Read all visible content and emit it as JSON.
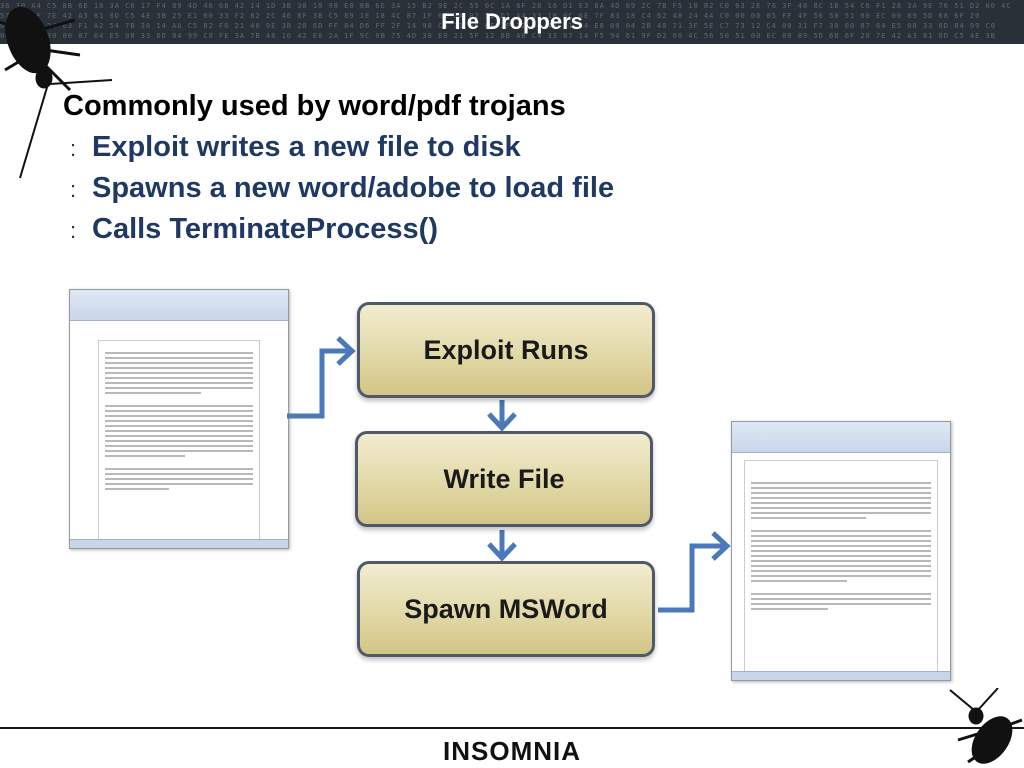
{
  "header": {
    "title": "File Droppers",
    "hex_rows": [
      "36 30 A4 C5 8B 6E 18 3A C6 17 F4 89 4D 46 68 42 14 1D 3B 30 10 98 E0 8B 6E 3A 15 B2 9E 2C 55 0C 1A 6F 28 16 D1 E3 8A 4D 09 2C 7B F5 10 B2 C0 63 2E 76 3F 40 8C 1B 54 C6 F1 28 3A 9E 76 51 D2 00 4C",
      "57 8F 1F 7E 42 A3 81 0D C5 4E 3B 25 E1 60 33 F2 82 2C 46 8F 3B C5 89 1E 18 4C 87 1F 6E 3A 02 52 D1 A4 33 1B 0C 6E 7F 83 18 C4 62 48 24 44 C0 00 00 85 FF 4F 56 50 51 00 EC 00 89 5D 68 6F 20",
      "00 80 10 24 63 F1 A2 54 7B 36 14 AA C5 82 F6 21 40 9E 3B 20 6D FF 84 D6 FF 2F 14 98 C6 31 A5 6F 2F 72 81 42 31 44 E8 00 04 2B 48 71 3F 5E C7 73 12 C4 00 31 F7 30 00 87 64 E5 08 33 6D 84 99 C0",
      "00 31 F7 30 00 87 64 E5 08 33 6D 84 99 C0 FE 3A 7B 48 10 42 E6 2A 1F 9C 0B 75 4D 38 E0 21 5F 12 8B A6 C4 33 07 14 F5 94 61 9F D2 00 4C 56 50 51 00 EC 00 89 5D 68 6F 20 7E 42 A3 81 0D C5 4E 3B"
    ]
  },
  "slide": {
    "heading": "Commonly used by word/pdf trojans",
    "bullet_marker": ":",
    "bullets": [
      "Exploit writes a new file to disk",
      "Spawns a new word/adobe to load file",
      "Calls TerminateProcess()"
    ]
  },
  "flow": {
    "steps": [
      "Exploit Runs",
      "Write File",
      "Spawn MSWord"
    ]
  },
  "footer": {
    "logo": "INSOMNIA"
  },
  "colors": {
    "header_bg": "#2a3038",
    "bullet_text": "#1f3864",
    "arrow": "#4a78b8",
    "box_border": "#50596a"
  },
  "icons": {
    "corner_bug": "cockroach-icon",
    "document": "word-document-thumbnail"
  }
}
